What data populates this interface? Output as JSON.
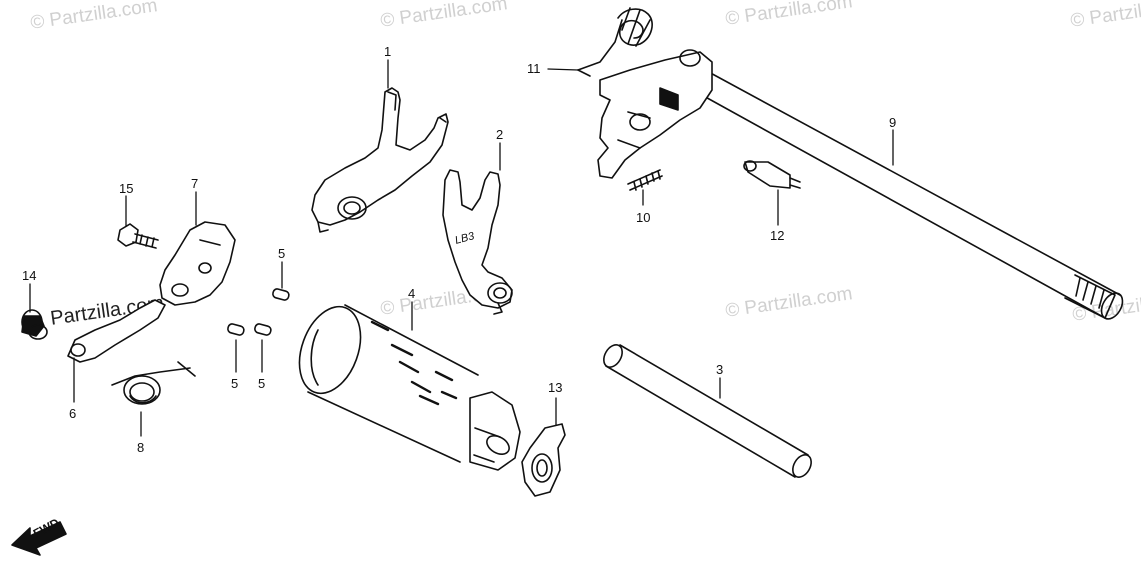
{
  "watermark": {
    "text": "© Partzilla.com",
    "strong_text": "Partzilla.com"
  },
  "callouts": {
    "p1": "1",
    "p2": "2",
    "p3": "3",
    "p4": "4",
    "p5a": "5",
    "p5b": "5",
    "p5c": "5",
    "p6": "6",
    "p7": "7",
    "p8": "8",
    "p9": "9",
    "p10": "10",
    "p11": "11",
    "p12": "12",
    "p13": "13",
    "p14": "14",
    "p15": "15"
  },
  "fork_marking": "LB3",
  "direction": {
    "label": "FWD"
  }
}
